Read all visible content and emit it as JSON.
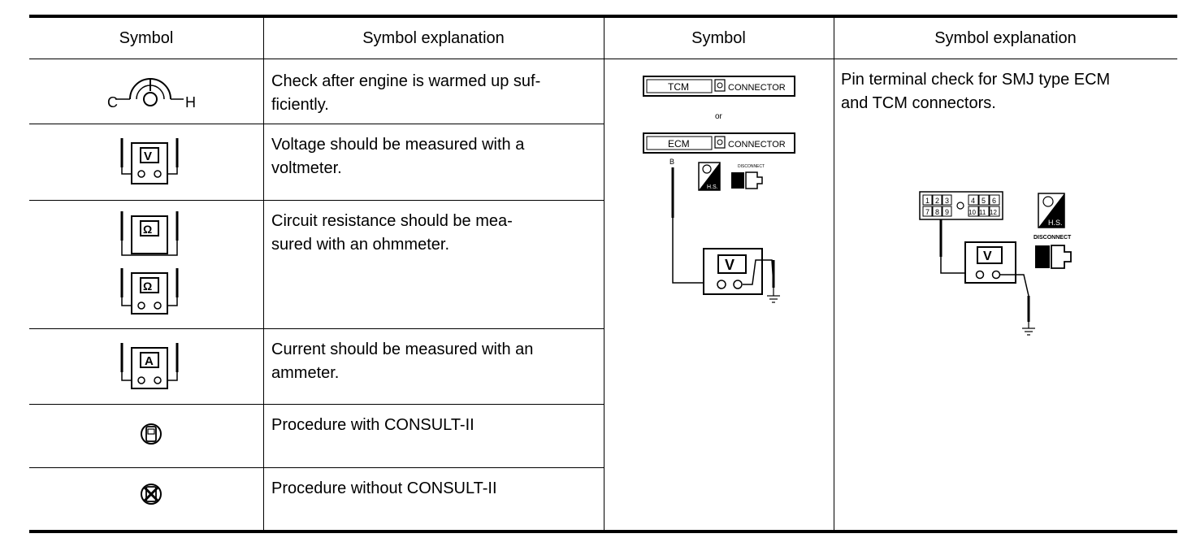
{
  "headers": {
    "col1": "Symbol",
    "col2": "Symbol explanation",
    "col3": "Symbol",
    "col4": "Symbol explanation"
  },
  "rows": [
    {
      "icon": "engine-warm-gauge-icon",
      "gauge_left": "C",
      "gauge_right": "H",
      "explanation": "Check after engine is warmed up suf-\nficiently."
    },
    {
      "icon": "voltmeter-icon",
      "meter_letter": "V",
      "explanation": "Voltage should be measured with a\nvoltmeter."
    },
    {
      "icon": "ohmmeter-icon",
      "meter_letter": "Ω",
      "explanation": "Circuit resistance should be mea-\nsured with an ohmmeter."
    },
    {
      "icon": "ammeter-icon",
      "meter_letter": "A",
      "explanation": "Current should be measured with an\nammeter."
    },
    {
      "icon": "consult-ii-icon",
      "explanation": "Procedure with CONSULT-II"
    },
    {
      "icon": "no-consult-ii-icon",
      "explanation": "Procedure without CONSULT-II"
    }
  ],
  "right_section": {
    "explanation": "Pin terminal check for SMJ type ECM\nand TCM connectors.",
    "diagram": {
      "tcm_label": "TCM",
      "connector_label": "CONNECTOR",
      "or_label": "or",
      "ecm_label": "ECM",
      "wire_label": "B",
      "meter_letter": "V",
      "hs_label": "H.S.",
      "disconnect_label": "DISCONNECT"
    },
    "pin_diagram": {
      "pins_left_top": [
        "1",
        "2",
        "3"
      ],
      "pins_left_bottom": [
        "7",
        "8",
        "9"
      ],
      "pins_right_top": [
        "4",
        "5",
        "6"
      ],
      "pins_right_bottom": [
        "10",
        "11",
        "12"
      ],
      "meter_letter": "V",
      "hs_label": "H.S.",
      "disconnect_label": "DISCONNECT"
    }
  }
}
